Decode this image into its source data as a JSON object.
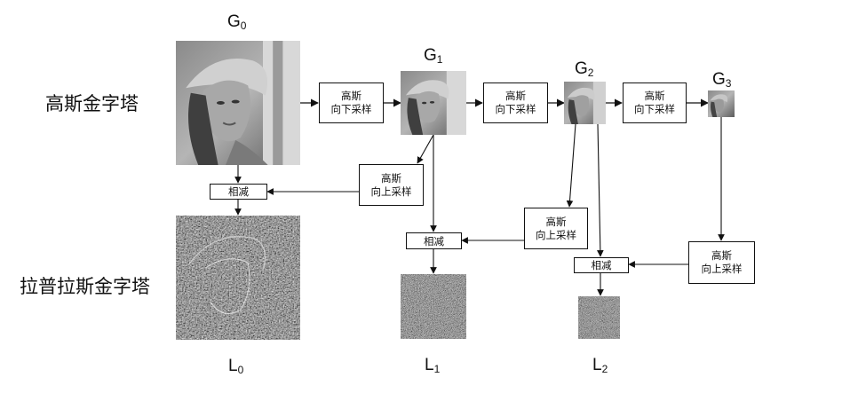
{
  "rows": {
    "gaussian": "高斯金字塔",
    "laplacian": "拉普拉斯金字塔"
  },
  "levels": {
    "g0": {
      "base": "G",
      "sub": "0"
    },
    "g1": {
      "base": "G",
      "sub": "1"
    },
    "g2": {
      "base": "G",
      "sub": "2"
    },
    "g3": {
      "base": "G",
      "sub": "3"
    },
    "l0": {
      "base": "L",
      "sub": "0"
    },
    "l1": {
      "base": "L",
      "sub": "1"
    },
    "l2": {
      "base": "L",
      "sub": "2"
    }
  },
  "ops": {
    "down": {
      "line1": "高斯",
      "line2": "向下采样"
    },
    "up": {
      "line1": "高斯",
      "line2": "向上采样"
    },
    "subtract": "相减"
  }
}
